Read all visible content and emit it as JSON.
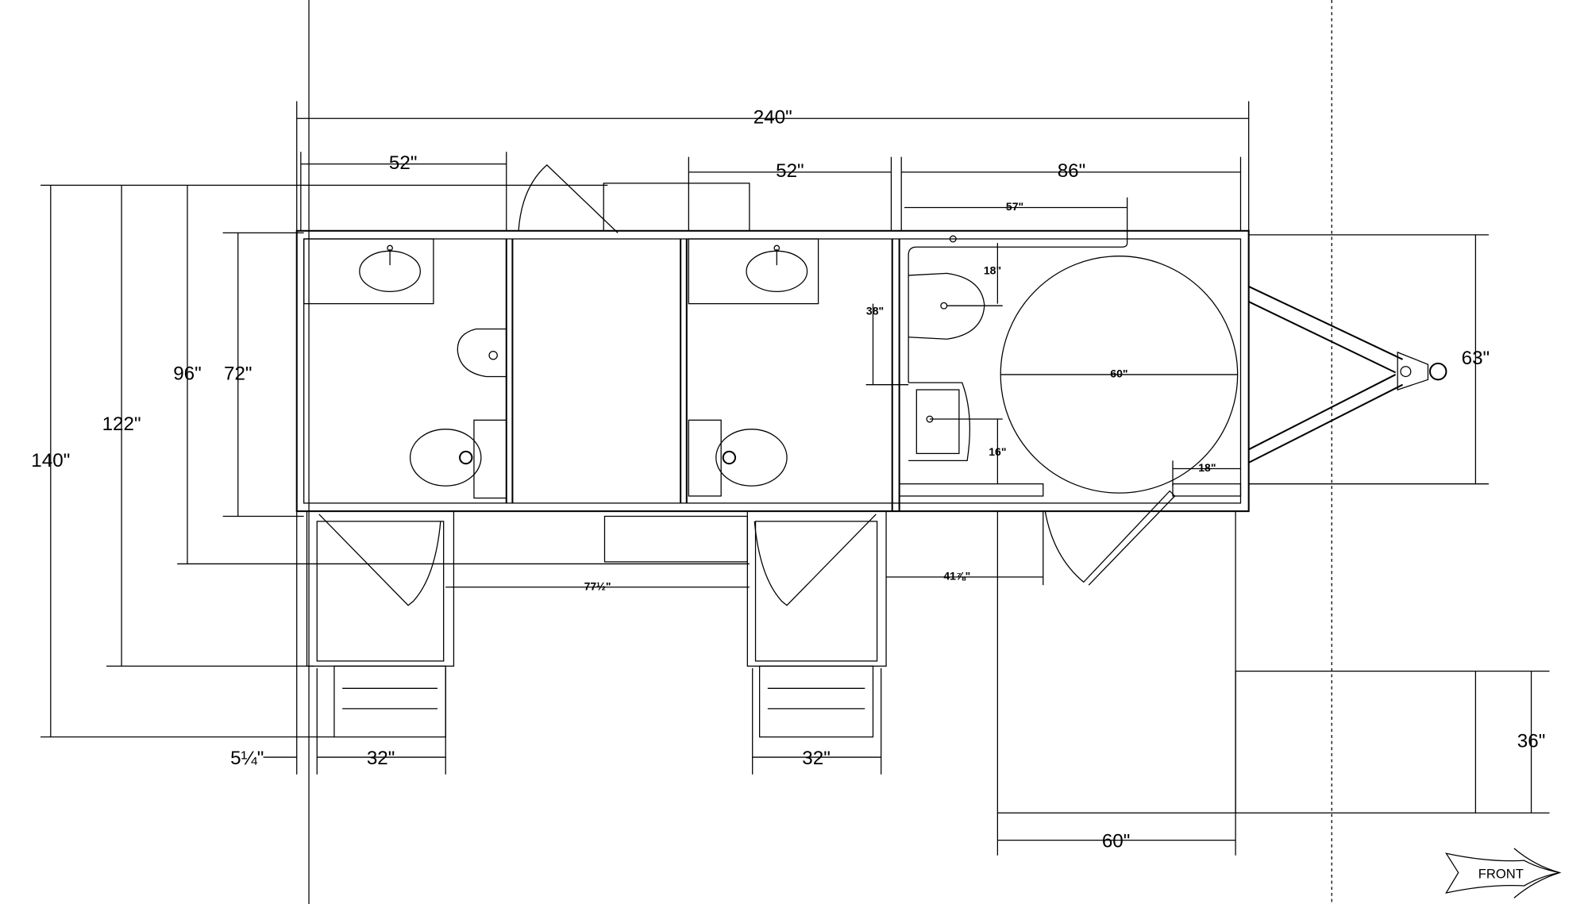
{
  "dimensions": {
    "overall_length": "240\"",
    "restroom1_width": "52\"",
    "restroom2_width": "52\"",
    "ada_room_width": "86\"",
    "grab_bar_length": "57\"",
    "toilet_offset": "18\"",
    "toilet_zone": "38\"",
    "turning_circle": "60\"",
    "sink_offset": "16\"",
    "door_clearance": "18\"",
    "height_140": "140\"",
    "height_122": "122\"",
    "height_96": "96\"",
    "height_72": "72\"",
    "tongue_width": "63\"",
    "step_offset": "5¼\"",
    "step1_width": "32\"",
    "step2_width": "32\"",
    "door_spacing": "77½\"",
    "ramp_offset": "41⅞\"",
    "ramp_landing_depth": "36\"",
    "ramp_landing_width": "60\""
  },
  "front_label": "FRONT"
}
